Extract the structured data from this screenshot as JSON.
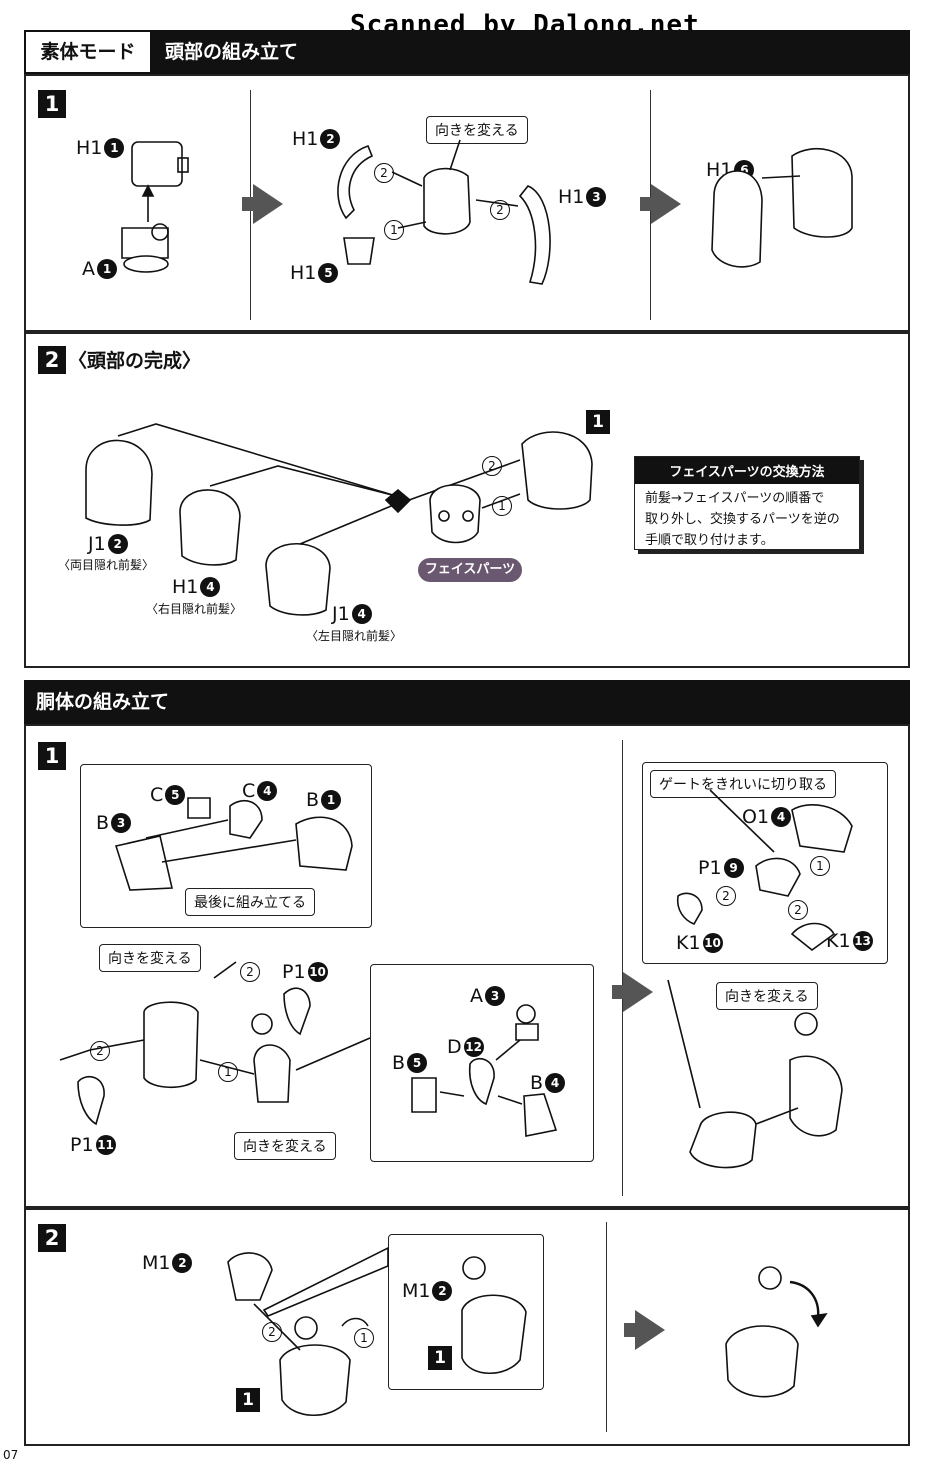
{
  "watermark": "Scanned by Dalong.net",
  "section1": {
    "mode_label": "素体モード",
    "title": "頭部の組み立て"
  },
  "head_step1": {
    "num": "1",
    "labels": {
      "h1_1": "H1",
      "a1": "A",
      "h1_2": "H1",
      "h1_5": "H1",
      "h1_3": "H1",
      "h1_6": "H1"
    },
    "circles": {
      "h1_1": "1",
      "a1": "1",
      "h1_2": "2",
      "h1_5": "5",
      "h1_3": "3",
      "h1_6": "6"
    },
    "callout": "向きを変える",
    "order": [
      "2",
      "2",
      "1"
    ]
  },
  "head_step2": {
    "num": "2",
    "title": "〈頭部の完成〉",
    "ref": "1",
    "parts": [
      {
        "code": "J1",
        "circle": "2",
        "sub": "〈両目隠れ前髪〉"
      },
      {
        "code": "H1",
        "circle": "4",
        "sub": "〈右目隠れ前髪〉"
      },
      {
        "code": "J1",
        "circle": "4",
        "sub": "〈左目隠れ前髪〉"
      }
    ],
    "order": [
      "2",
      "1"
    ],
    "face_label": "フェイスパーツ",
    "info": {
      "title": "フェイスパーツの交換方法",
      "line1": "前髪→フェイスパーツの順番で",
      "line2": "取り外し、交換するパーツを逆の",
      "line3": "手順で取り付けます。"
    }
  },
  "section2": {
    "title": "胴体の組み立て"
  },
  "body_step1": {
    "num": "1",
    "labels": {
      "c5": "C",
      "c4": "C",
      "b1": "B",
      "b3": "B",
      "p1_10": "P1",
      "p1_11": "P1",
      "a3": "A",
      "d12": "D",
      "b5": "B",
      "b4": "B",
      "o1_4": "O1",
      "p1_9": "P1",
      "k1_10": "K1",
      "k1_13": "K1"
    },
    "circles": {
      "c5": "5",
      "c4": "4",
      "b1": "1",
      "b3": "3",
      "p1_10": "10",
      "p1_11": "11",
      "a3": "3",
      "d12": "12",
      "b5": "5",
      "b4": "4",
      "o1_4": "4",
      "p1_9": "9",
      "k1_10": "10",
      "k1_13": "13"
    },
    "callouts": {
      "last": "最後に組み立てる",
      "turn1": "向きを変える",
      "turn2": "向きを変える",
      "gate": "ゲートをきれいに切り取る",
      "turn3": "向きを変える"
    },
    "order": [
      "2",
      "2",
      "1",
      "1",
      "2",
      "2"
    ]
  },
  "body_step2": {
    "num": "2",
    "labels": {
      "m1_a": "M1",
      "m1_b": "M1"
    },
    "circles": {
      "m1_a": "2",
      "m1_b": "2"
    },
    "refs": [
      "1",
      "1"
    ],
    "order": [
      "2",
      "1"
    ]
  },
  "page_number": "07"
}
